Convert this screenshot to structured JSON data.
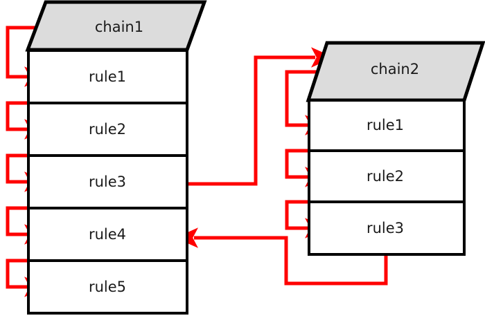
{
  "diagram": {
    "type": "flow-diagram",
    "title": "",
    "colors": {
      "arrow": "#FF0000",
      "header_fill": "#DCDCDC",
      "box_fill": "#FFFFFF",
      "stroke": "#000000",
      "text": "#1A1A1A",
      "background": "#FFFFFF"
    },
    "chains": [
      {
        "id": "chain1",
        "header_label": "chain1",
        "rules": [
          {
            "label": "rule1"
          },
          {
            "label": "rule2"
          },
          {
            "label": "rule3"
          },
          {
            "label": "rule4"
          },
          {
            "label": "rule5"
          }
        ]
      },
      {
        "id": "chain2",
        "header_label": "chain2",
        "rules": [
          {
            "label": "rule1"
          },
          {
            "label": "rule2"
          },
          {
            "label": "rule3"
          }
        ]
      }
    ],
    "connections": [
      {
        "from": "chain1.header",
        "to": "chain1.rule1",
        "kind": "hook-left"
      },
      {
        "from": "chain1.rule1",
        "to": "chain1.rule2",
        "kind": "hook-left"
      },
      {
        "from": "chain1.rule2",
        "to": "chain1.rule3",
        "kind": "hook-left"
      },
      {
        "from": "chain1.rule3",
        "to": "chain1.rule4",
        "kind": "hook-left"
      },
      {
        "from": "chain1.rule4",
        "to": "chain1.rule5",
        "kind": "hook-left"
      },
      {
        "from": "chain1.rule3",
        "to": "chain2.header",
        "kind": "jump-right"
      },
      {
        "from": "chain2.header",
        "to": "chain2.rule1",
        "kind": "hook-left"
      },
      {
        "from": "chain2.rule1",
        "to": "chain2.rule2",
        "kind": "hook-left"
      },
      {
        "from": "chain2.rule2",
        "to": "chain2.rule3",
        "kind": "hook-left"
      },
      {
        "from": "chain2.rule3",
        "to": "chain1.rule4",
        "kind": "return-left"
      }
    ]
  }
}
